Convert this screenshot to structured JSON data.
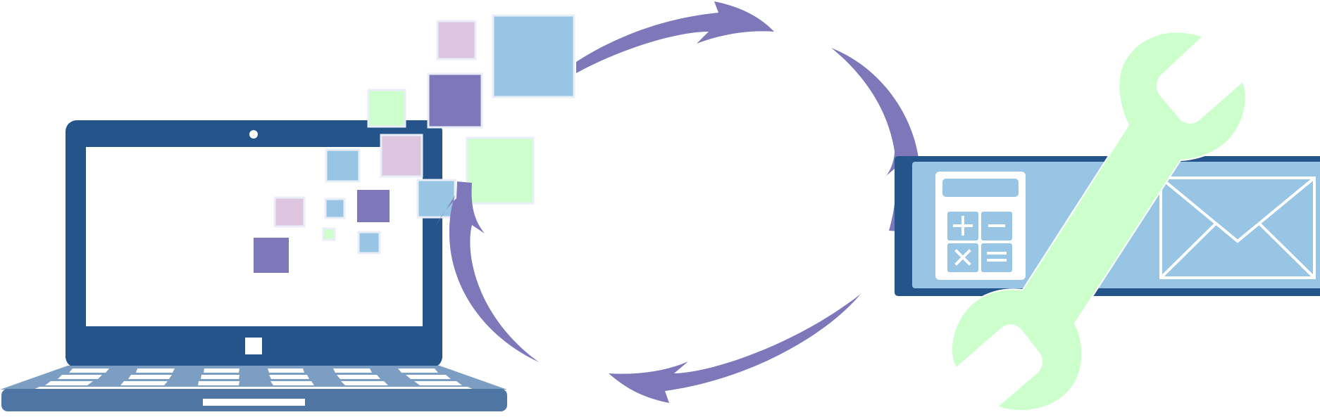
{
  "illustration": {
    "elements": [
      "laptop",
      "flying-squares",
      "circular-sync-arrows",
      "app-window",
      "calculator-icon",
      "mail-icon",
      "wrench-icon"
    ],
    "colors": {
      "navy": "#24548a",
      "laptop_base": "#4e75a3",
      "keyboard": "#7d9ec3",
      "arrow_purple": "#7e78ba",
      "light_blue": "#98c5e4",
      "lavender": "#ddc5df",
      "mint": "#ccffcc",
      "white": "#ffffff"
    }
  }
}
